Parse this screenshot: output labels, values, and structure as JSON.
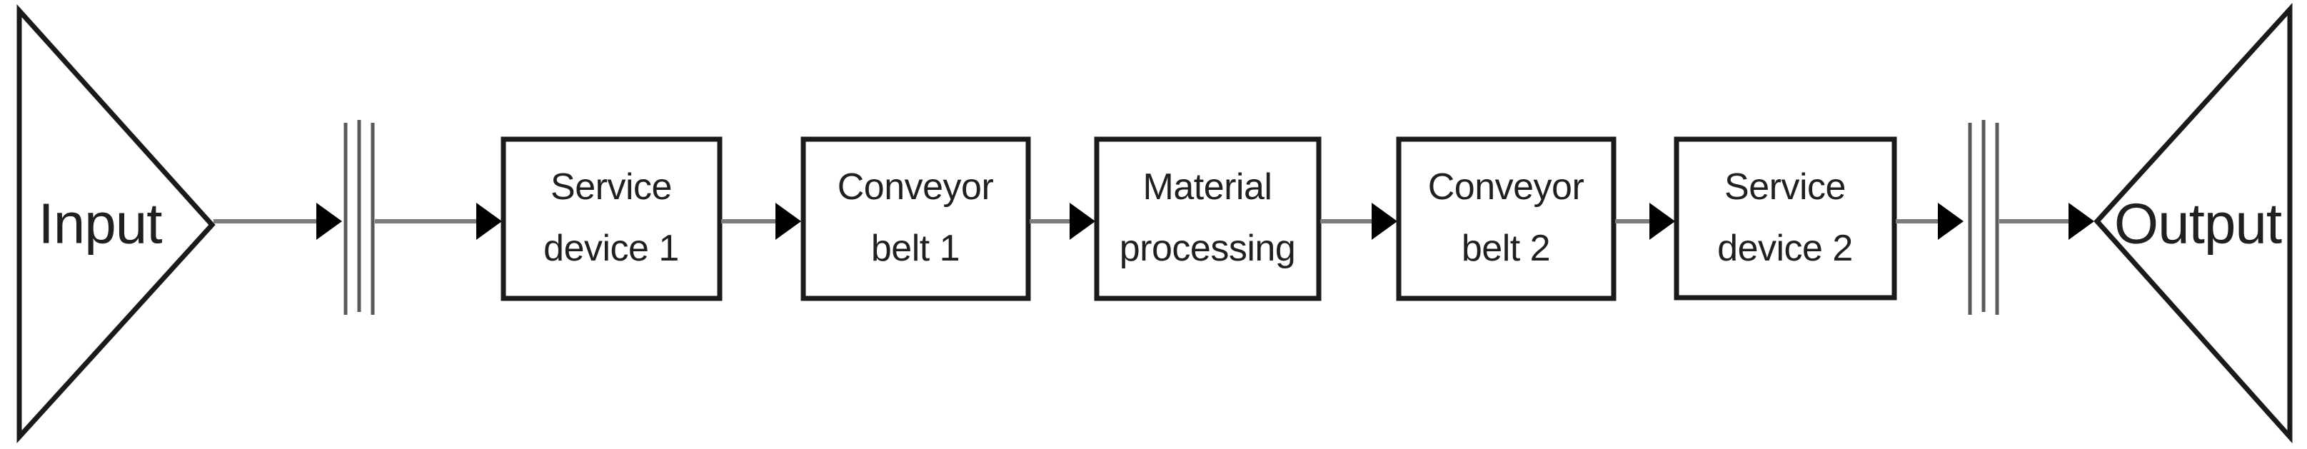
{
  "diagram": {
    "source": {
      "label": "Input",
      "shape": "right-pointing-triangle"
    },
    "sink": {
      "label": "Output",
      "shape": "left-pointing-triangle"
    },
    "queues": [
      {
        "icon": "queue-buffer-icon",
        "bars": 3
      },
      {
        "icon": "queue-buffer-icon",
        "bars": 3
      }
    ],
    "process_boxes": [
      {
        "lines": [
          "Service",
          "device 1"
        ]
      },
      {
        "lines": [
          "Conveyor",
          "belt 1"
        ]
      },
      {
        "lines": [
          "Material",
          "processing"
        ]
      },
      {
        "lines": [
          "Conveyor",
          "belt 2"
        ]
      },
      {
        "lines": [
          "Service",
          "device 2"
        ]
      }
    ],
    "flow_order": [
      "Input",
      "queue",
      "Service device 1",
      "Conveyor belt 1",
      "Material processing",
      "Conveyor belt 2",
      "Service device 2",
      "queue",
      "Output"
    ],
    "colors": {
      "background": "#ffffff",
      "shape_stroke": "#1a1a1a",
      "connector_line": "#7d7d7d",
      "queue_bars": "#5a5a5a",
      "arrowhead": "#000000",
      "text": "#202020"
    }
  }
}
